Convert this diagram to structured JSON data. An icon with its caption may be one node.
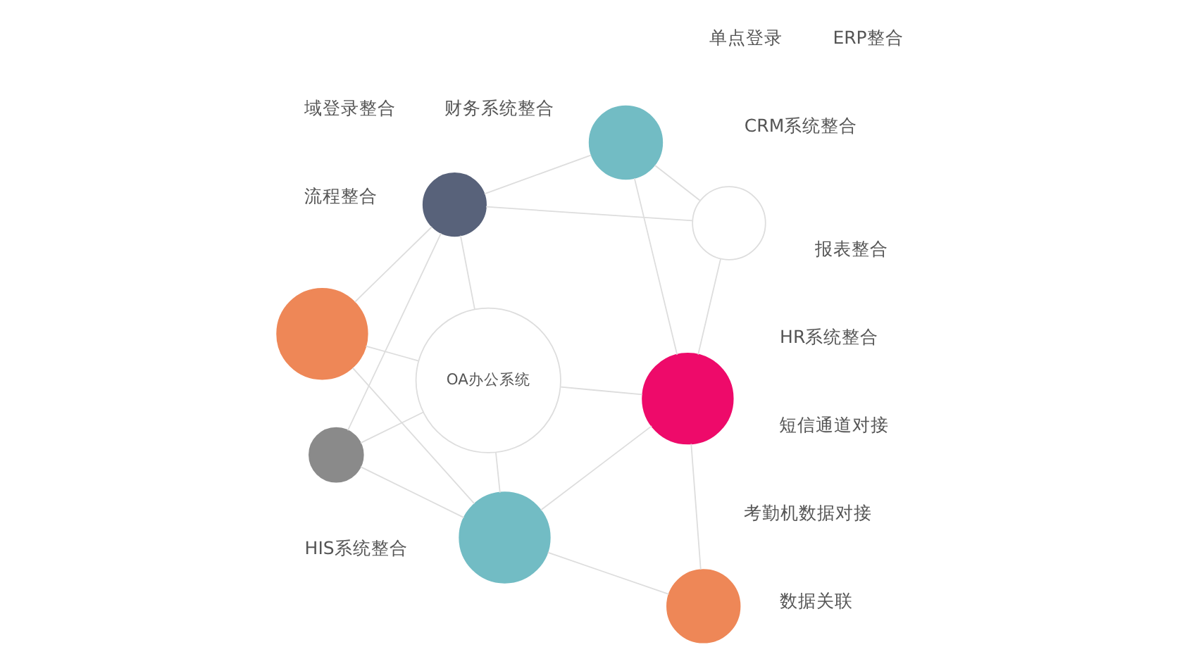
{
  "diagram": {
    "nodes": [
      {
        "text": [
          "OA办公系统"
        ]
      },
      {
        "text": [],
        "shape": "circle"
      },
      {
        "text": [],
        "shape": "circle"
      },
      {
        "text": [],
        "shape": "circle"
      },
      {
        "text": [],
        "shape": "circle"
      },
      {
        "text": [],
        "shape": "circle"
      },
      {
        "text": [],
        "shape": "circle"
      },
      {
        "text": [],
        "shape": "circle"
      },
      {
        "text": [],
        "shape": "circle"
      }
    ],
    "edges": [
      {
        "from": 1,
        "to": 0,
        "arrow": "none"
      },
      {
        "from": 1,
        "to": 3,
        "arrow": "none"
      },
      {
        "from": 1,
        "to": 5,
        "arrow": "none"
      },
      {
        "from": 2,
        "to": 3,
        "arrow": "none"
      },
      {
        "from": 2,
        "to": 0,
        "arrow": "none"
      },
      {
        "from": 2,
        "to": 5,
        "arrow": "none"
      },
      {
        "from": 3,
        "to": 0,
        "arrow": "none"
      },
      {
        "from": 3,
        "to": 4,
        "arrow": "none"
      },
      {
        "from": 3,
        "to": 6,
        "arrow": "none"
      },
      {
        "from": 4,
        "to": 7,
        "arrow": "none"
      },
      {
        "from": 4,
        "to": 6,
        "arrow": "none"
      },
      {
        "from": 5,
        "to": 0,
        "arrow": "none"
      },
      {
        "from": 5,
        "to": 8,
        "arrow": "none"
      },
      {
        "from": 5,
        "to": 7,
        "arrow": "none"
      },
      {
        "from": 8,
        "to": 7,
        "arrow": "none"
      },
      {
        "from": 0,
        "to": 7,
        "arrow": "none"
      },
      {
        "from": 7,
        "to": 6,
        "arrow": "none"
      }
    ],
    "labels": [
      "流程整合",
      "HR系统整合",
      "数据关联",
      "CRM系统整合",
      "报表整合",
      "财务系统整合",
      "ERP整合",
      "HIS系统整合",
      "域登录整合",
      "考勤机数据对接",
      "单点登录",
      "短信通道对接"
    ]
  }
}
